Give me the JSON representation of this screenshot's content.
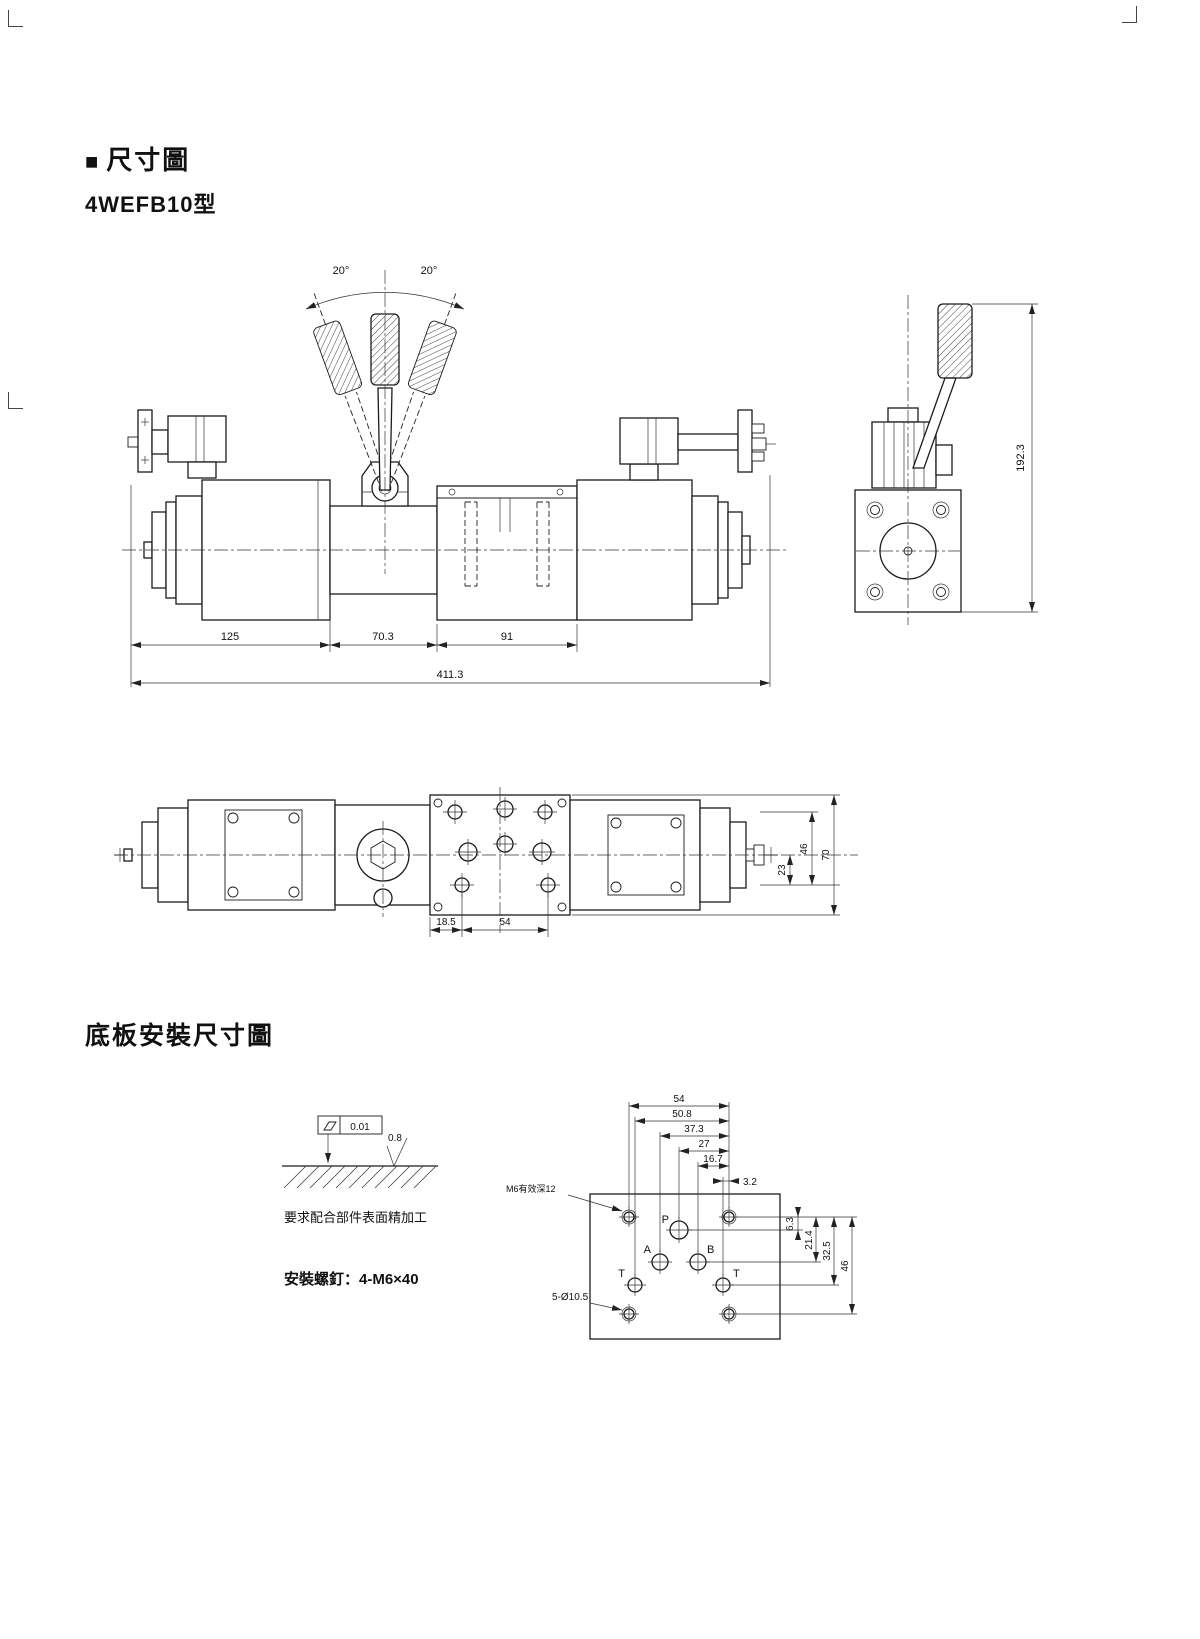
{
  "header": {
    "bullet": "■",
    "title": "尺寸圖",
    "model": "4WEFB10型"
  },
  "front_view": {
    "angle_left": "20°",
    "angle_right": "20°",
    "dim_125": "125",
    "dim_70_3": "70.3",
    "dim_91": "91",
    "dim_total": "411.3",
    "dim_height": "192.3"
  },
  "top_view": {
    "dim_18_5": "18.5",
    "dim_54": "54",
    "dim_23": "23",
    "dim_46": "46",
    "dim_70": "70"
  },
  "baseplate": {
    "section_title": "底板安裝尺寸圖",
    "flatness_value": "0.01",
    "roughness_value": "0.8",
    "surface_note": "要求配合部件表面精加工",
    "screw_note": "安裝螺釘：4-M6×40",
    "thread_note": "M6有效深12",
    "holes_note": "5-Ø10.5",
    "dims_horizontal": {
      "d54": "54",
      "d50_8": "50.8",
      "d37_3": "37.3",
      "d27": "27",
      "d16_7": "16.7",
      "d3_2": "3.2"
    },
    "dims_vertical": {
      "d6_3": "6.3",
      "d21_4": "21.4",
      "d32_5": "32.5",
      "d46": "46"
    },
    "ports": {
      "p": "P",
      "a": "A",
      "b": "B",
      "t1": "T",
      "t2": "T"
    }
  }
}
